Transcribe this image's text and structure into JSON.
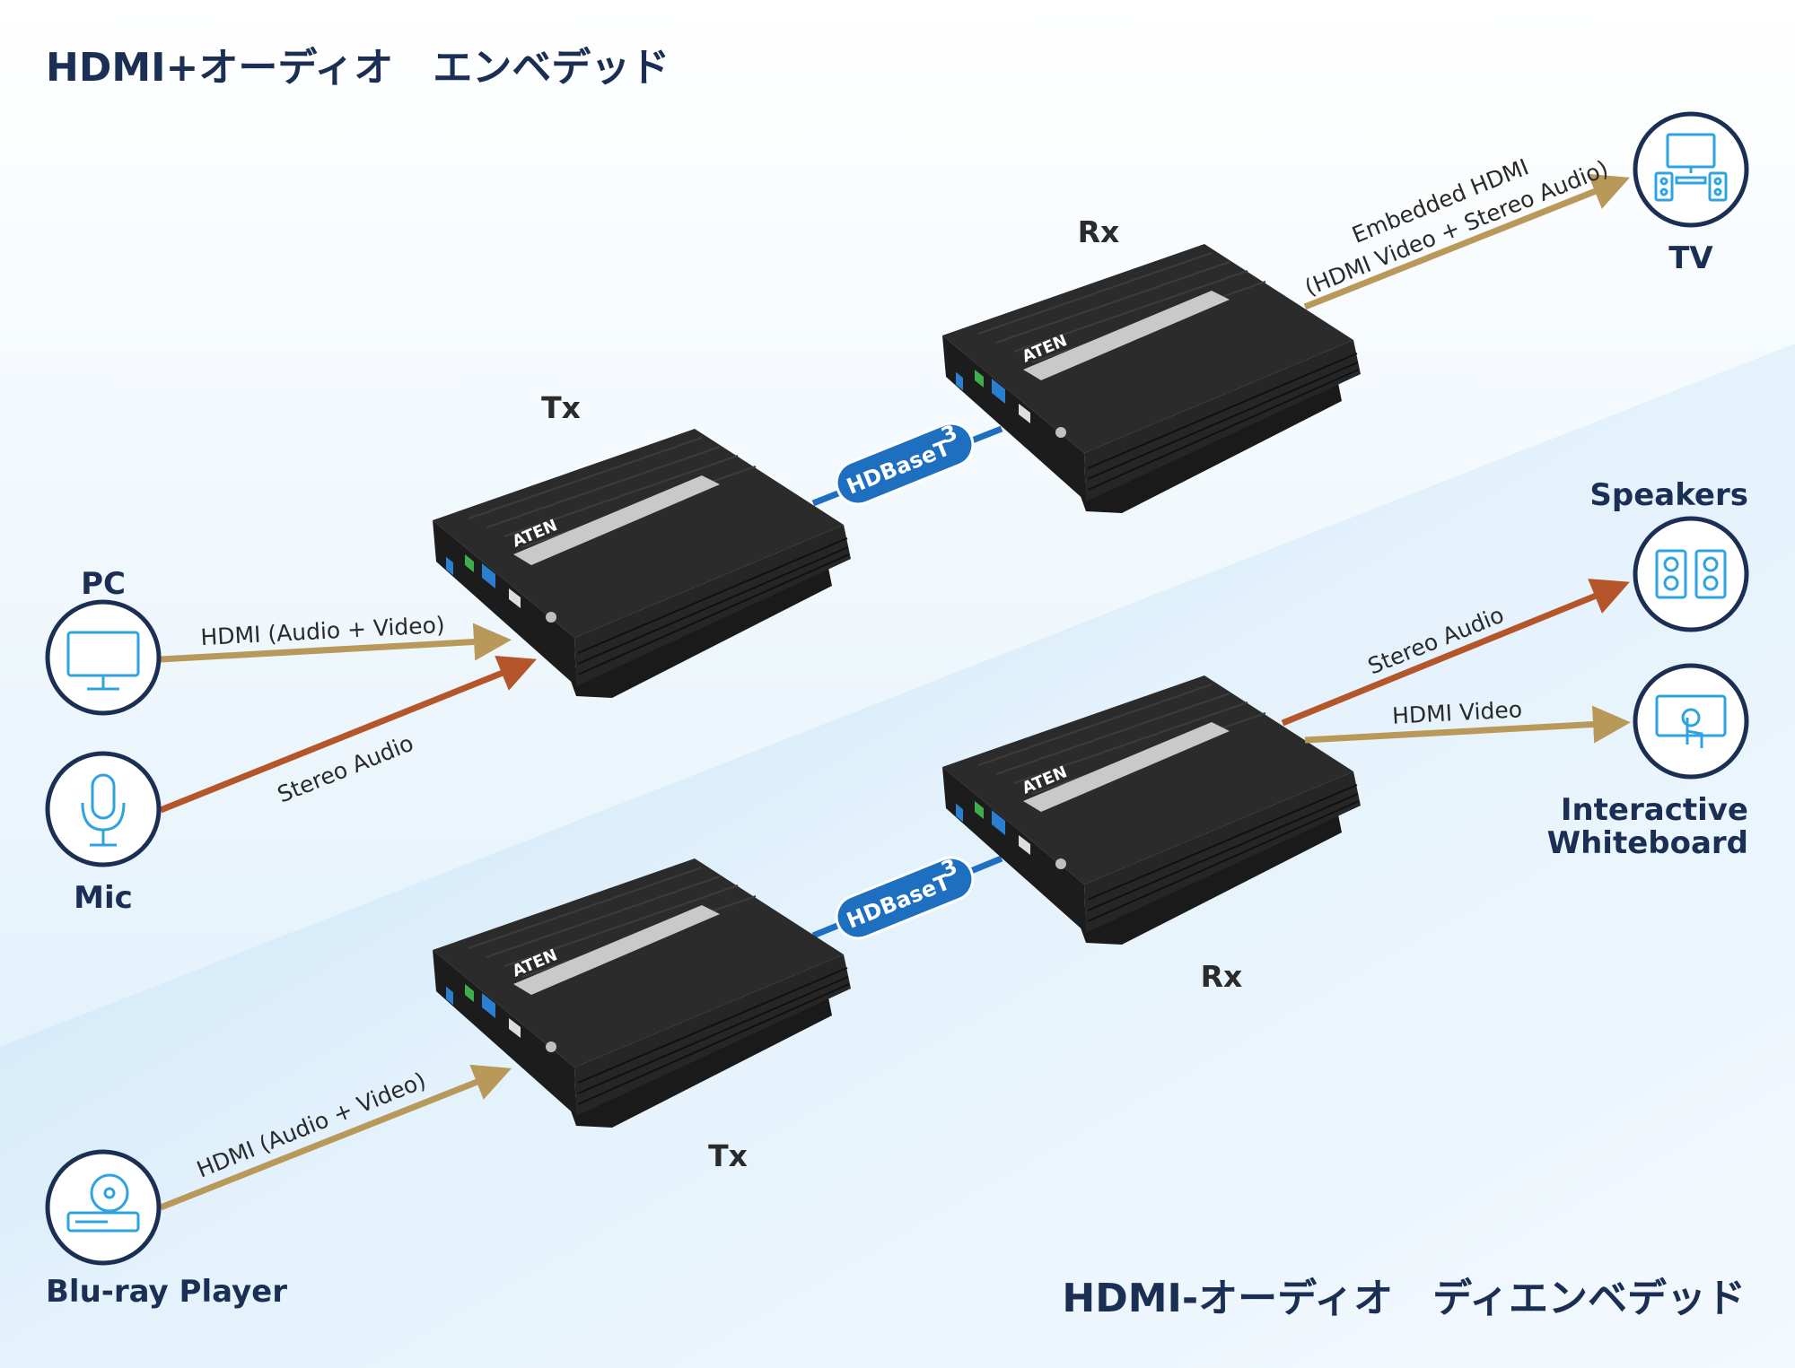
{
  "titles": {
    "top": "HDMI+オーディオ　エンベデッド",
    "bottom": "HDMI-オーディオ　ディエンベデッド"
  },
  "devices": {
    "tx_top": "Tx",
    "rx_top": "Rx",
    "rx_bottom": "Rx",
    "tx_bottom": "Tx",
    "brand_logo": "ATEN",
    "link_label_base": "HDBaseT",
    "link_label_sup": "3"
  },
  "endpoints": {
    "pc": "PC",
    "mic": "Mic",
    "tv": "TV",
    "speakers": "Speakers",
    "whiteboard_line1": "Interactive",
    "whiteboard_line2": "Whiteboard",
    "bluray": "Blu-ray Player"
  },
  "arrows": {
    "pc_to_tx": "HDMI (Audio + Video)",
    "mic_to_tx": "Stereo Audio",
    "rx_to_tv_line1": "Embedded HDMI",
    "rx_to_tv_line2": "(HDMI Video + Stereo Audio)",
    "rx_to_speakers": "Stereo Audio",
    "rx_to_whiteboard": "HDMI Video",
    "bluray_to_tx": "HDMI (Audio + Video)"
  },
  "colors": {
    "navy": "#1b2f55",
    "icon_blue": "#2ea3e0",
    "hdmi_arrow": "#b9995a",
    "audio_arrow": "#b5552a",
    "hdbaset_cable": "#1e6fbf"
  }
}
